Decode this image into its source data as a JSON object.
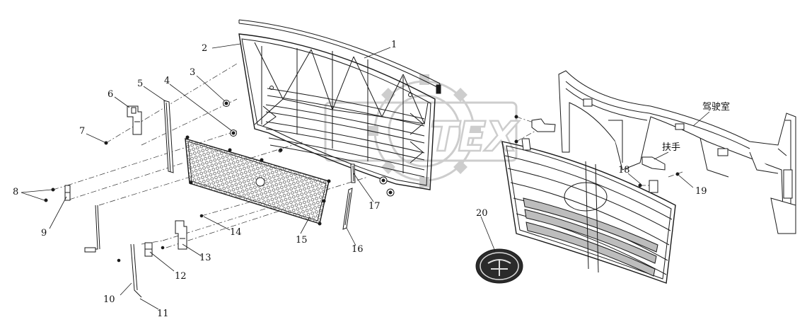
{
  "colors": {
    "line": "#1a1a1a",
    "mesh": "#555555",
    "watermark": "#c8c8c8",
    "emblem_dark": "#2b2b2b"
  },
  "watermark": {
    "text": "TEX"
  },
  "callouts": [
    {
      "id": "c1",
      "text": "1"
    },
    {
      "id": "c2",
      "text": "2"
    },
    {
      "id": "c3",
      "text": "3"
    },
    {
      "id": "c4",
      "text": "4"
    },
    {
      "id": "c5",
      "text": "5"
    },
    {
      "id": "c6",
      "text": "6"
    },
    {
      "id": "c7",
      "text": "7"
    },
    {
      "id": "c8",
      "text": "8"
    },
    {
      "id": "c9",
      "text": "9"
    },
    {
      "id": "c10",
      "text": "10"
    },
    {
      "id": "c11",
      "text": "11"
    },
    {
      "id": "c12",
      "text": "12"
    },
    {
      "id": "c13",
      "text": "13"
    },
    {
      "id": "c14",
      "text": "14"
    },
    {
      "id": "c15",
      "text": "15"
    },
    {
      "id": "c16",
      "text": "16"
    },
    {
      "id": "c17",
      "text": "17"
    },
    {
      "id": "c18",
      "text": "18"
    },
    {
      "id": "c19",
      "text": "19"
    },
    {
      "id": "c20",
      "text": "20"
    }
  ],
  "labels": {
    "cab": "驾驶室",
    "handle": "扶手"
  }
}
